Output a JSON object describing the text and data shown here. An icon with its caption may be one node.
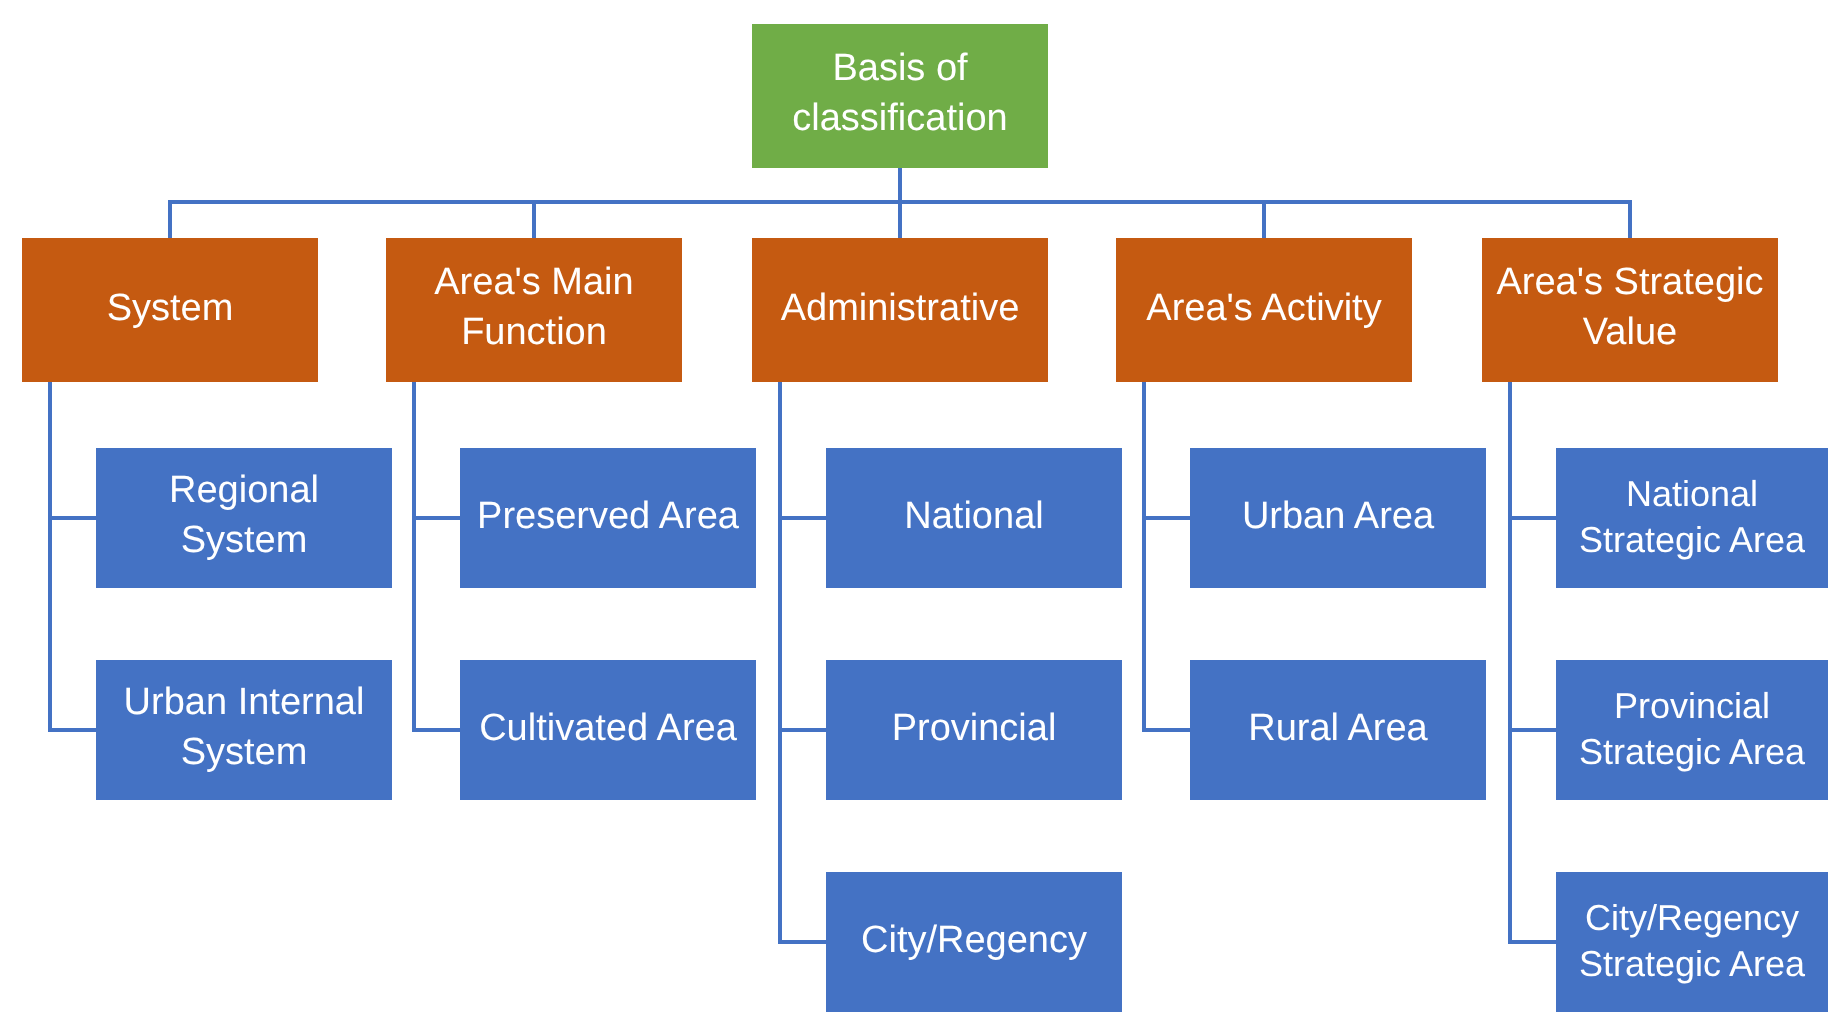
{
  "diagram": {
    "nodes": [
      {
        "text": [
          "Basis of classification"
        ]
      },
      {
        "text": [
          "System"
        ]
      },
      {
        "text": [
          "Regional System"
        ]
      },
      {
        "text": [
          "Urban Internal System"
        ]
      },
      {
        "text": [
          "Area's Main Function"
        ]
      },
      {
        "text": [
          "Preserved Area"
        ]
      },
      {
        "text": [
          "Cultivated Area"
        ]
      },
      {
        "text": [
          "Administrative"
        ]
      },
      {
        "text": [
          "National"
        ]
      },
      {
        "text": [
          "Provincial"
        ]
      },
      {
        "text": [
          "City/Regency"
        ]
      },
      {
        "text": [
          "Area's Activity"
        ]
      },
      {
        "text": [
          "Urban Area"
        ]
      },
      {
        "text": [
          "Rural Area"
        ]
      },
      {
        "text": [
          "Area's Strategic Value"
        ]
      },
      {
        "text": [
          "National Strategic Area"
        ]
      },
      {
        "text": [
          "Provincial Strategic Area"
        ]
      },
      {
        "text": [
          "City/Regency Strategic Area"
        ]
      }
    ],
    "edges": [
      {
        "from": 0,
        "to": 1,
        "arrow": "none"
      },
      {
        "from": 0,
        "to": 4,
        "arrow": "none"
      },
      {
        "from": 0,
        "to": 7,
        "arrow": "none"
      },
      {
        "from": 0,
        "to": 11,
        "arrow": "none"
      },
      {
        "from": 0,
        "to": 14,
        "arrow": "none"
      },
      {
        "from": 1,
        "to": 2,
        "arrow": "none"
      },
      {
        "from": 1,
        "to": 3,
        "arrow": "none"
      },
      {
        "from": 4,
        "to": 5,
        "arrow": "none"
      },
      {
        "from": 4,
        "to": 6,
        "arrow": "none"
      },
      {
        "from": 7,
        "to": 8,
        "arrow": "none"
      },
      {
        "from": 7,
        "to": 9,
        "arrow": "none"
      },
      {
        "from": 7,
        "to": 10,
        "arrow": "none"
      },
      {
        "from": 11,
        "to": 12,
        "arrow": "none"
      },
      {
        "from": 11,
        "to": 13,
        "arrow": "none"
      },
      {
        "from": 14,
        "to": 15,
        "arrow": "none"
      },
      {
        "from": 14,
        "to": 16,
        "arrow": "none"
      },
      {
        "from": 14,
        "to": 17,
        "arrow": "none"
      }
    ]
  }
}
